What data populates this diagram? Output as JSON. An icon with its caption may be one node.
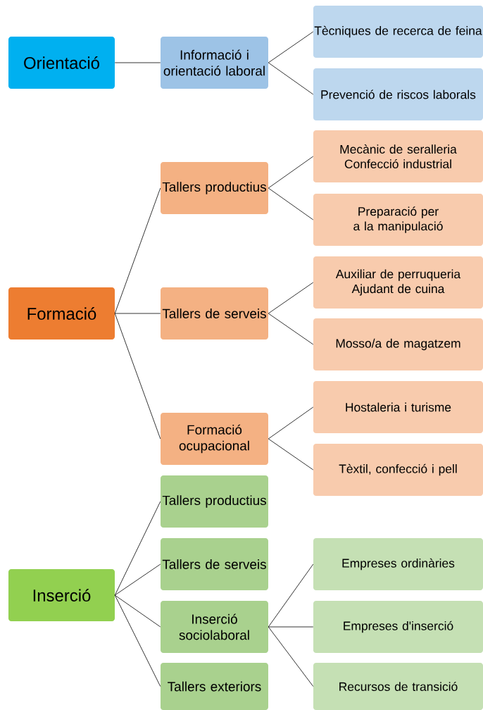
{
  "diagram": {
    "nodes": [
      {
        "text": [
          "Orientació"
        ]
      },
      {
        "text": [
          "Informació i orientació laboral"
        ]
      },
      {
        "text": [
          "Tècniques de recerca de feina"
        ]
      },
      {
        "text": [
          "Prevenció de riscos laborals"
        ]
      },
      {
        "text": [
          "Formació"
        ]
      },
      {
        "text": [
          "Tallers productius"
        ]
      },
      {
        "text": [
          "Mecànic de seralleria",
          "Confecció industrial"
        ]
      },
      {
        "text": [
          "Preparació per a la manipulació"
        ]
      },
      {
        "text": [
          "Tallers de serveis"
        ]
      },
      {
        "text": [
          "Auxiliar de perruqueria",
          "Ajudant de cuina"
        ]
      },
      {
        "text": [
          "Mosso/a de magatzem"
        ]
      },
      {
        "text": [
          "Formació ocupacional"
        ]
      },
      {
        "text": [
          "Hostaleria i turisme"
        ]
      },
      {
        "text": [
          "Tèxtil, confecció i pell"
        ]
      },
      {
        "text": [
          "Inserció"
        ]
      },
      {
        "text": [
          "Tallers productius"
        ]
      },
      {
        "text": [
          "Tallers de serveis"
        ]
      },
      {
        "text": [
          "Inserció sociolaboral"
        ]
      },
      {
        "text": [
          "Tallers exteriors"
        ]
      },
      {
        "text": [
          "Empreses ordinàries"
        ]
      },
      {
        "text": [
          "Empreses d'inserció"
        ]
      },
      {
        "text": [
          "Recursos de transició"
        ]
      }
    ],
    "edges": [
      {
        "from": 0,
        "to": 1,
        "arrow": "none"
      },
      {
        "from": 1,
        "to": 2,
        "arrow": "none"
      },
      {
        "from": 1,
        "to": 3,
        "arrow": "none"
      },
      {
        "from": 4,
        "to": 5,
        "arrow": "none"
      },
      {
        "from": 4,
        "to": 8,
        "arrow": "none"
      },
      {
        "from": 4,
        "to": 11,
        "arrow": "none"
      },
      {
        "from": 5,
        "to": 6,
        "arrow": "none"
      },
      {
        "from": 5,
        "to": 7,
        "arrow": "none"
      },
      {
        "from": 8,
        "to": 9,
        "arrow": "none"
      },
      {
        "from": 8,
        "to": 10,
        "arrow": "none"
      },
      {
        "from": 11,
        "to": 12,
        "arrow": "none"
      },
      {
        "from": 11,
        "to": 13,
        "arrow": "none"
      },
      {
        "from": 14,
        "to": 15,
        "arrow": "none"
      },
      {
        "from": 14,
        "to": 16,
        "arrow": "none"
      },
      {
        "from": 14,
        "to": 17,
        "arrow": "none"
      },
      {
        "from": 14,
        "to": 18,
        "arrow": "none"
      },
      {
        "from": 17,
        "to": 19,
        "arrow": "none"
      },
      {
        "from": 17,
        "to": 20,
        "arrow": "none"
      },
      {
        "from": 17,
        "to": 21,
        "arrow": "none"
      }
    ]
  }
}
